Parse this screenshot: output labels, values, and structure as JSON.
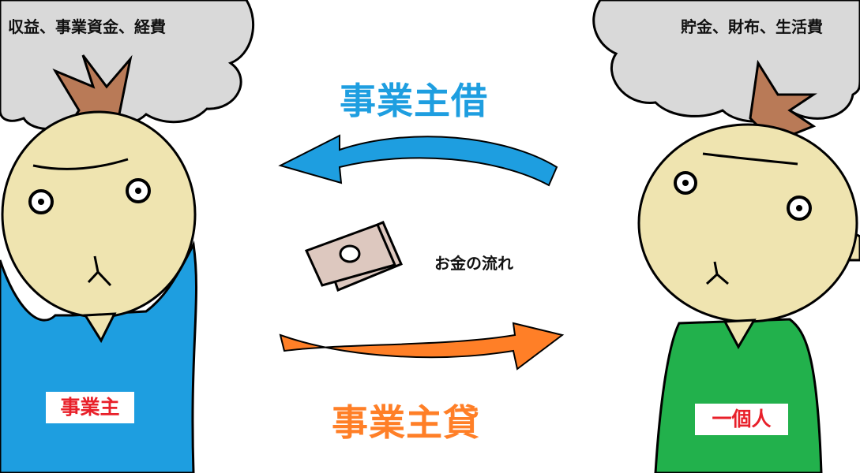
{
  "left_person": {
    "thought": "収益、事業資金、経費",
    "badge": "事業主",
    "badge_color": "#e8202a",
    "shirt_color": "#1e9ee0"
  },
  "right_person": {
    "thought": "貯金、財布、生活費",
    "badge": "一個人",
    "badge_color": "#e8202a",
    "shirt_color": "#22b14c"
  },
  "top_arrow": {
    "label": "事業主借",
    "color": "#1e9ee0"
  },
  "bottom_arrow": {
    "label": "事業主貸",
    "color": "#ff7f27"
  },
  "money": {
    "label": "お金の流れ"
  },
  "colors": {
    "cloud": "#d9d9d9",
    "skin": "#efe4b0",
    "hair": "#b97a57",
    "cash": "#ddc8bf"
  }
}
